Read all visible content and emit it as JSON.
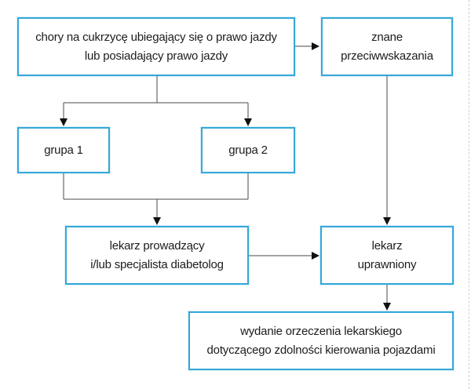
{
  "diagram": {
    "type": "flowchart",
    "language": "pl",
    "nodes": {
      "patient": {
        "label": "chory na cukrzycę ubiegający się o prawo jazdy\nlub posiadający prawo jazdy"
      },
      "contraindications": {
        "label": "znane\nprzeciwwskazania"
      },
      "group1": {
        "label": "grupa 1"
      },
      "group2": {
        "label": "grupa 2"
      },
      "attending": {
        "label": "lekarz prowadzący\ni/lub specjalista diabetolog"
      },
      "authorized": {
        "label": "lekarz\nuprawniony"
      },
      "verdict": {
        "label": "wydanie orzeczenia lekarskiego\ndotyczącego zdolności kierowania pojazdami"
      }
    },
    "edges": [
      {
        "from": "patient",
        "to": "contraindications"
      },
      {
        "from": "patient",
        "to": "group1"
      },
      {
        "from": "patient",
        "to": "group2"
      },
      {
        "from": "group1",
        "to": "attending"
      },
      {
        "from": "group2",
        "to": "attending"
      },
      {
        "from": "attending",
        "to": "authorized"
      },
      {
        "from": "contraindications",
        "to": "authorized"
      },
      {
        "from": "authorized",
        "to": "verdict"
      }
    ],
    "colors": {
      "box_border": "#35a8d8",
      "box_fill": "#ffffff",
      "connector": "#4a4a4a",
      "arrowhead": "#111111",
      "text": "#1c1c1c",
      "background": "#ffffff",
      "page_edge_dash": "#cfcfcf"
    }
  }
}
